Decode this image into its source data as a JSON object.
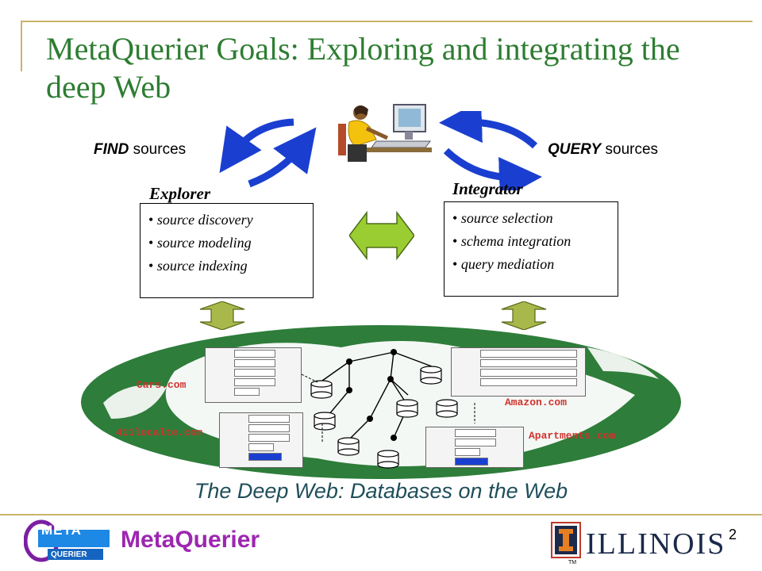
{
  "title": "MetaQuerier Goals: Exploring and integrating the deep Web",
  "labels": {
    "find_emph": "FIND",
    "find_rest": " sources",
    "query_emph": "QUERY",
    "query_rest": " sources"
  },
  "explorer": {
    "title": "Explorer",
    "items": [
      "source discovery",
      "source modeling",
      "source indexing"
    ]
  },
  "integrator": {
    "title": "Integrator",
    "items": [
      "source selection",
      "schema integration",
      "query mediation"
    ]
  },
  "sites": {
    "cars": "Cars.com",
    "locate": "411localte.com",
    "amazon": "Amazon.com",
    "apartments": "Apartments.com"
  },
  "caption": "The Deep Web: Databases on the Web",
  "footer": {
    "brand": "MetaQuerier",
    "logo_top": "META",
    "logo_bottom": "QUERIER",
    "page_number": "2",
    "university": "ILLINOIS",
    "tm": "TM"
  },
  "colors": {
    "title": "#2e7d32",
    "arrow_blue": "#1a3fd0",
    "double_arrow": "#9acd32",
    "globe_land": "#2e7d3a",
    "brand_purple": "#9c27b0",
    "site_red": "#d0332d"
  }
}
